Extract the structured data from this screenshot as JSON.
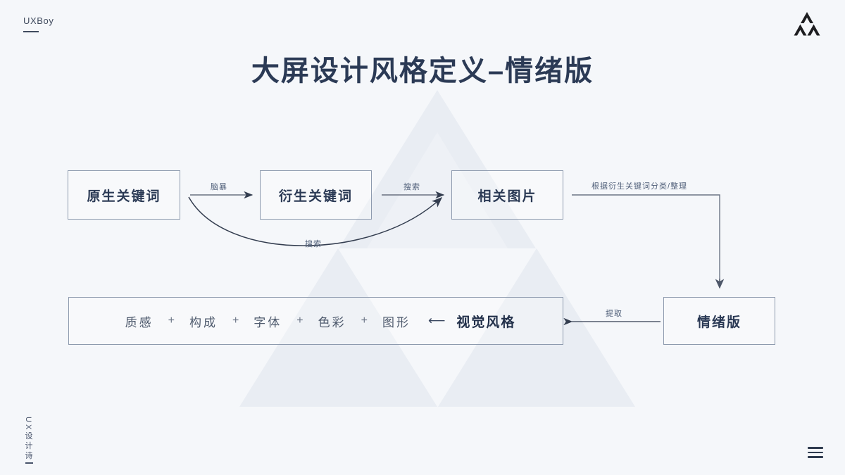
{
  "brand": {
    "name": "UXBoy",
    "logo_icon": "triangle-trio-logo"
  },
  "header": {
    "title": "大屏设计风格定义–情绪版"
  },
  "colors": {
    "background": "#f5f7fa",
    "title_text": "#2b3a55",
    "box_border": "#8d9aae",
    "box_text": "#2b3a55",
    "label_text": "#51607a",
    "connector": "#50596b",
    "watermark": "#eceff4"
  },
  "diagram": {
    "nodes": [
      {
        "id": "native-keywords",
        "label": "原生关键词"
      },
      {
        "id": "derived-keywords",
        "label": "衍生关键词"
      },
      {
        "id": "related-images",
        "label": "相关图片"
      },
      {
        "id": "mood-board",
        "label": "情绪版"
      }
    ],
    "edges": [
      {
        "id": "brainstorm",
        "label": "脑暴",
        "from": "native-keywords",
        "to": "derived-keywords"
      },
      {
        "id": "search-top",
        "label": "搜索",
        "from": "derived-keywords",
        "to": "related-images"
      },
      {
        "id": "search-curve",
        "label": "搜索",
        "from": "native-keywords",
        "to": "related-images"
      },
      {
        "id": "classify",
        "label": "根据衍生关键词分类/整理",
        "from": "related-images",
        "to": "mood-board"
      },
      {
        "id": "extract",
        "label": "提取",
        "from": "mood-board",
        "to": "visual-style-bar"
      }
    ],
    "composite_bar": {
      "id": "visual-style-bar",
      "terms": [
        "质感",
        "构成",
        "字体",
        "色彩",
        "图形"
      ],
      "plus": "+",
      "arrow": "⟵",
      "result": "视觉风格"
    }
  },
  "footer": {
    "vertical_text": "UX设计诗",
    "menu_icon": "hamburger-menu-icon"
  }
}
